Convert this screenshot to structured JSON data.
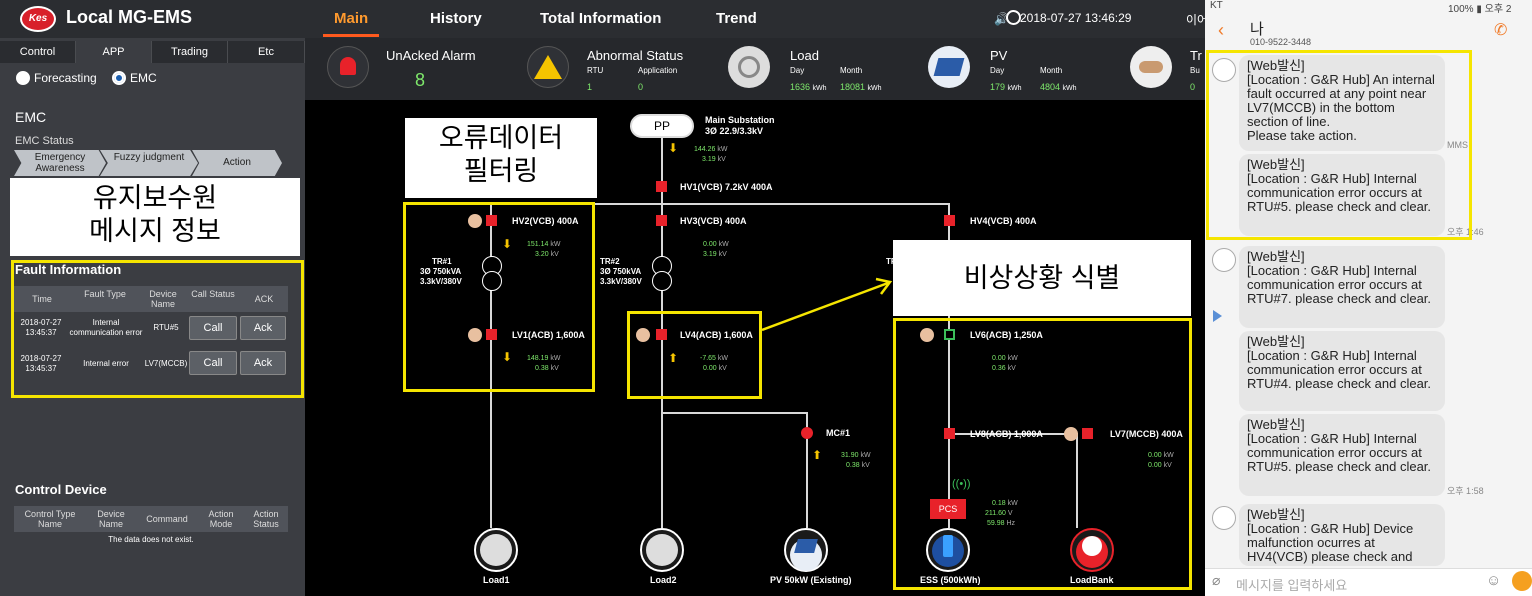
{
  "header": {
    "logo": "Kes",
    "title": "Local MG-EMS",
    "tabs": [
      "Main",
      "History",
      "Total Information",
      "Trend"
    ],
    "datetime": "2018-07-27 13:46:29",
    "extra": "이어"
  },
  "sidebar": {
    "tabs": [
      "Control",
      "APP",
      "Trading",
      "Etc"
    ],
    "radios": [
      "Forecasting",
      "EMC"
    ],
    "emc_title": "EMC",
    "emc_status": "EMC Status",
    "steps": [
      "Emergency Awareness",
      "Fuzzy judgment",
      "Action"
    ],
    "callout_maint": "유지보수원\n메시지 정보",
    "fault": {
      "title": "Fault Information",
      "headers": [
        "Time",
        "Fault Type",
        "Device Name",
        "Call Status",
        "ACK"
      ],
      "rows": [
        {
          "time": "2018-07-27 13:45:37",
          "type": "Internal communication error",
          "device": "RTU#5",
          "call": "Call",
          "ack": "Ack"
        },
        {
          "time": "2018-07-27 13:45:37",
          "type": "Internal error",
          "device": "LV7(MCCB)",
          "call": "Call",
          "ack": "Ack"
        }
      ]
    },
    "control": {
      "title": "Control Device",
      "headers": [
        "Control Type Name",
        "Device Name",
        "Command",
        "Action Mode",
        "Action Status"
      ],
      "empty": "The data does not exist."
    }
  },
  "status": {
    "alarm": {
      "label": "UnAcked Alarm",
      "value": "8"
    },
    "abnormal": {
      "label": "Abnormal Status",
      "rtu": "RTU",
      "app": "Application",
      "rtu_v": "1",
      "app_v": "0"
    },
    "load": {
      "label": "Load",
      "day": "Day",
      "month": "Month",
      "day_v": "1636",
      "month_v": "18081",
      "unit": "kWh"
    },
    "pv": {
      "label": "PV",
      "day": "Day",
      "month": "Month",
      "day_v": "179",
      "month_v": "4804",
      "unit": "kWh"
    },
    "trade": {
      "label": "Tr",
      "sub": "Bu",
      "val": "0"
    }
  },
  "diagram": {
    "pp": "PP",
    "main_sub": "Main Substation",
    "main_sub2": "3Ø 22.9/3.3kV",
    "main_kw": "144.26",
    "main_kv": "3.19",
    "hv1": "HV1(VCB) 7.2kV 400A",
    "hv2": "HV2(VCB) 400A",
    "hv3": "HV3(VCB) 400A",
    "hv4": "HV4(VCB) 400A",
    "hv2_kw": "151.14",
    "hv2_kv": "3.20",
    "hv3_kw": "0.00",
    "hv3_kv": "3.19",
    "tr1": "TR#1",
    "tr1a": "3Ø 750kVA",
    "tr1b": "3.3kV/380V",
    "tr2": "TR#2",
    "tr2a": "3Ø 750kVA",
    "tr2b": "3.3kV/380V",
    "tr3": "TR",
    "lv1": "LV1(ACB) 1,600A",
    "lv1_kw": "148.19",
    "lv1_kv": "0.38",
    "lv4": "LV4(ACB) 1,600A",
    "lv4_kw": "-7.65",
    "lv4_kv": "0.00",
    "lv6": "LV6(ACB) 1,250A",
    "lv6_kw": "0.00",
    "lv6_kv": "0.36",
    "lv8": "LV8(ACB) 1,000A",
    "lv7": "LV7(MCCB) 400A",
    "lv7_kw": "0.00",
    "lv7_kv": "0.00",
    "mc1": "MC#1",
    "mc1_kw": "31.90",
    "mc1_kv": "0.38",
    "pcs": "PCS",
    "pcs_kw": "0.18",
    "pcs_v": "211.60",
    "pcs_hz": "59.98",
    "u_kw": "kW",
    "u_kv": "kV",
    "u_v": "V",
    "u_hz": "Hz",
    "load1": "Load1",
    "load2": "Load2",
    "pv": "PV 50kW (Existing)",
    "ess": "ESS (500kWh)",
    "loadbank": "LoadBank",
    "callout_filter": "오류데이터\n필터링",
    "callout_emerg": "비상상황 식별"
  },
  "chat": {
    "status_left": "KT",
    "status_right": "100% ▮ 오후 2",
    "contact": "나",
    "phone": "010-9522-3448",
    "mms": "MMS",
    "messages": [
      "[Web발신]\n[Location : G&R Hub] An internal fault occurred at any point near LV7(MCCB) in the bottom section of line.\nPlease take action.",
      "[Web발신]\n[Location : G&R Hub] Internal communication error occurs at RTU#5. please check and clear.",
      "[Web발신]\n[Location : G&R Hub] Internal communication error occurs at RTU#7. please check and clear.",
      "[Web발신]\n[Location : G&R Hub] Internal communication error occurs at RTU#4. please check and clear.",
      "[Web발신]\n[Location : G&R Hub] Internal communication error occurs at RTU#5. please check and clear.",
      "[Web발신]\n[Location : G&R Hub] Device malfunction ocurres at HV4(VCB) please check and"
    ],
    "time1": "오후 1:46",
    "time2": "오후 1:58",
    "placeholder": "메시지를 입력하세요"
  }
}
